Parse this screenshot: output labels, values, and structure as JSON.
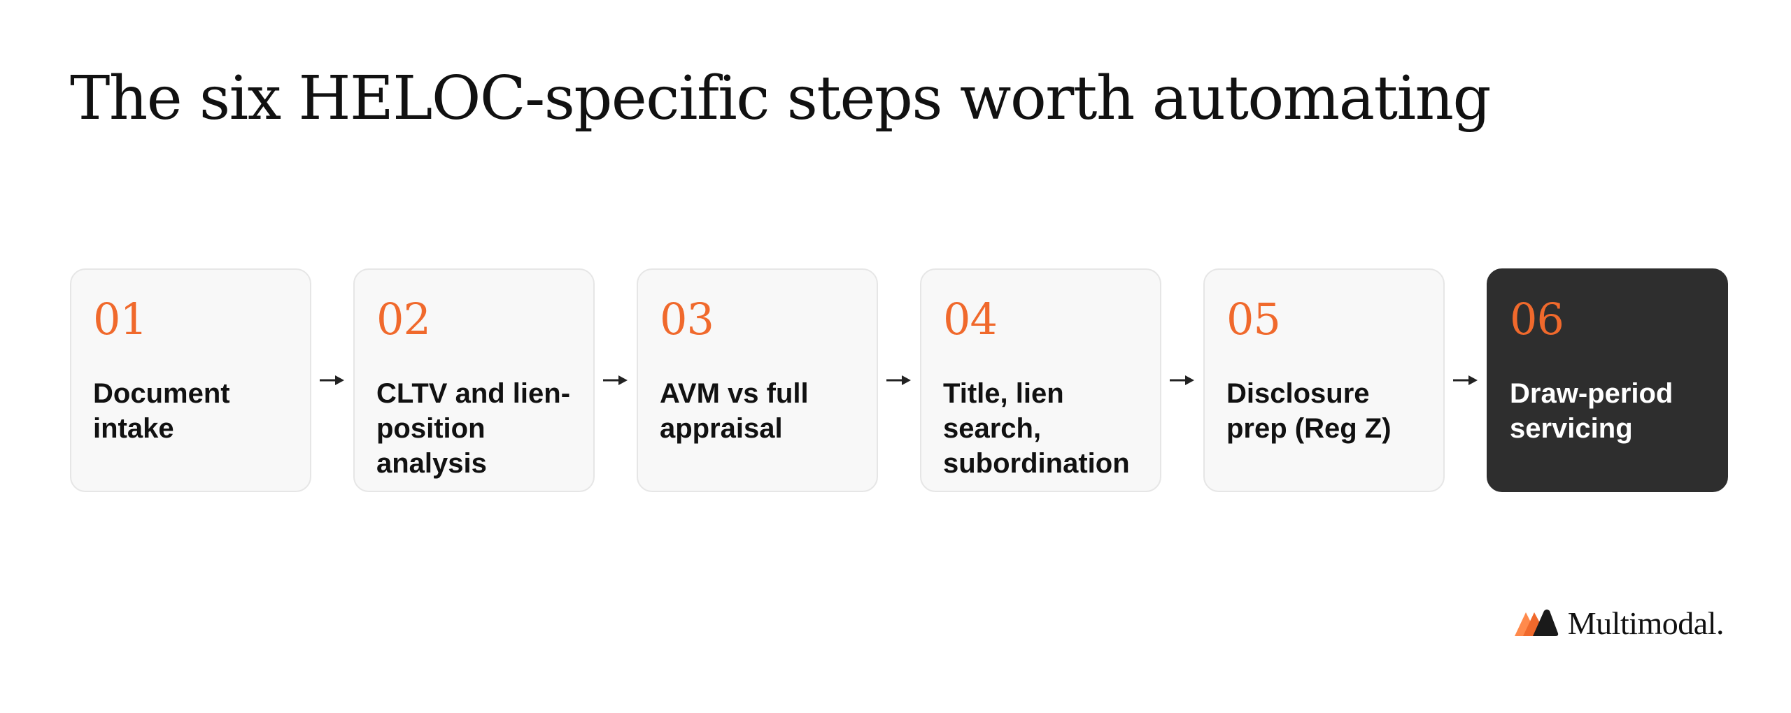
{
  "title": "The six HELOC-specific steps worth automating",
  "steps": [
    {
      "number": "01",
      "label": "Document intake"
    },
    {
      "number": "02",
      "label": "CLTV and lien-position analysis"
    },
    {
      "number": "03",
      "label": "AVM vs full appraisal"
    },
    {
      "number": "04",
      "label": "Title, lien search, subordination"
    },
    {
      "number": "05",
      "label": "Disclosure prep (Reg Z)"
    },
    {
      "number": "06",
      "label": "Draw-period servicing"
    }
  ],
  "arrow_icon": "arrow-right-icon",
  "logo": {
    "text": "Multimodal.",
    "icon": "multimodal-logo-icon"
  },
  "colors": {
    "accent": "#f0692c",
    "card_bg": "#f8f8f8",
    "card_border": "#e6e6e6",
    "highlight_card_bg": "#2e2e2e",
    "text": "#111111"
  }
}
